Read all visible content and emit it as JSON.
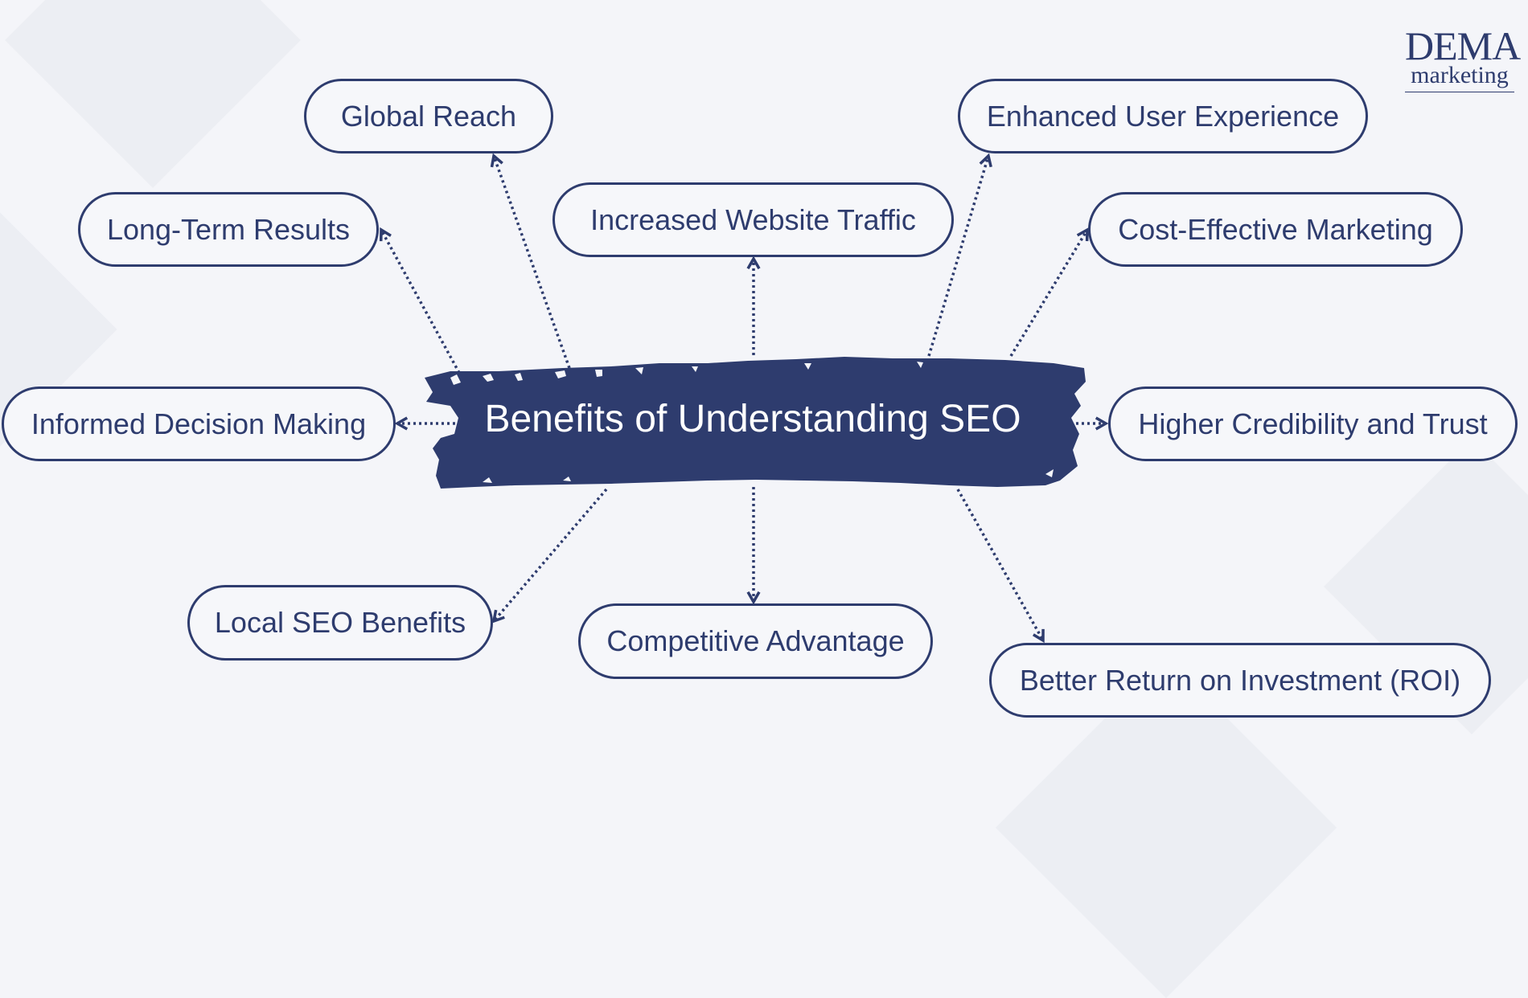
{
  "logo": {
    "line1": "DEMA",
    "line2": "marketing"
  },
  "center": {
    "title": "Benefits of Understanding SEO"
  },
  "nodes": {
    "global_reach": "Global Reach",
    "enhanced_ux": "Enhanced User Experience",
    "long_term": "Long-Term Results",
    "traffic": "Increased Website Traffic",
    "cost_effective": "Cost-Effective Marketing",
    "informed": "Informed Decision Making",
    "credibility": "Higher Credibility and Trust",
    "local_seo": "Local SEO Benefits",
    "competitive": "Competitive Advantage",
    "roi": "Better Return on Investment (ROI)"
  },
  "colors": {
    "primary": "#2e3c6e",
    "background": "#f4f5f9"
  }
}
